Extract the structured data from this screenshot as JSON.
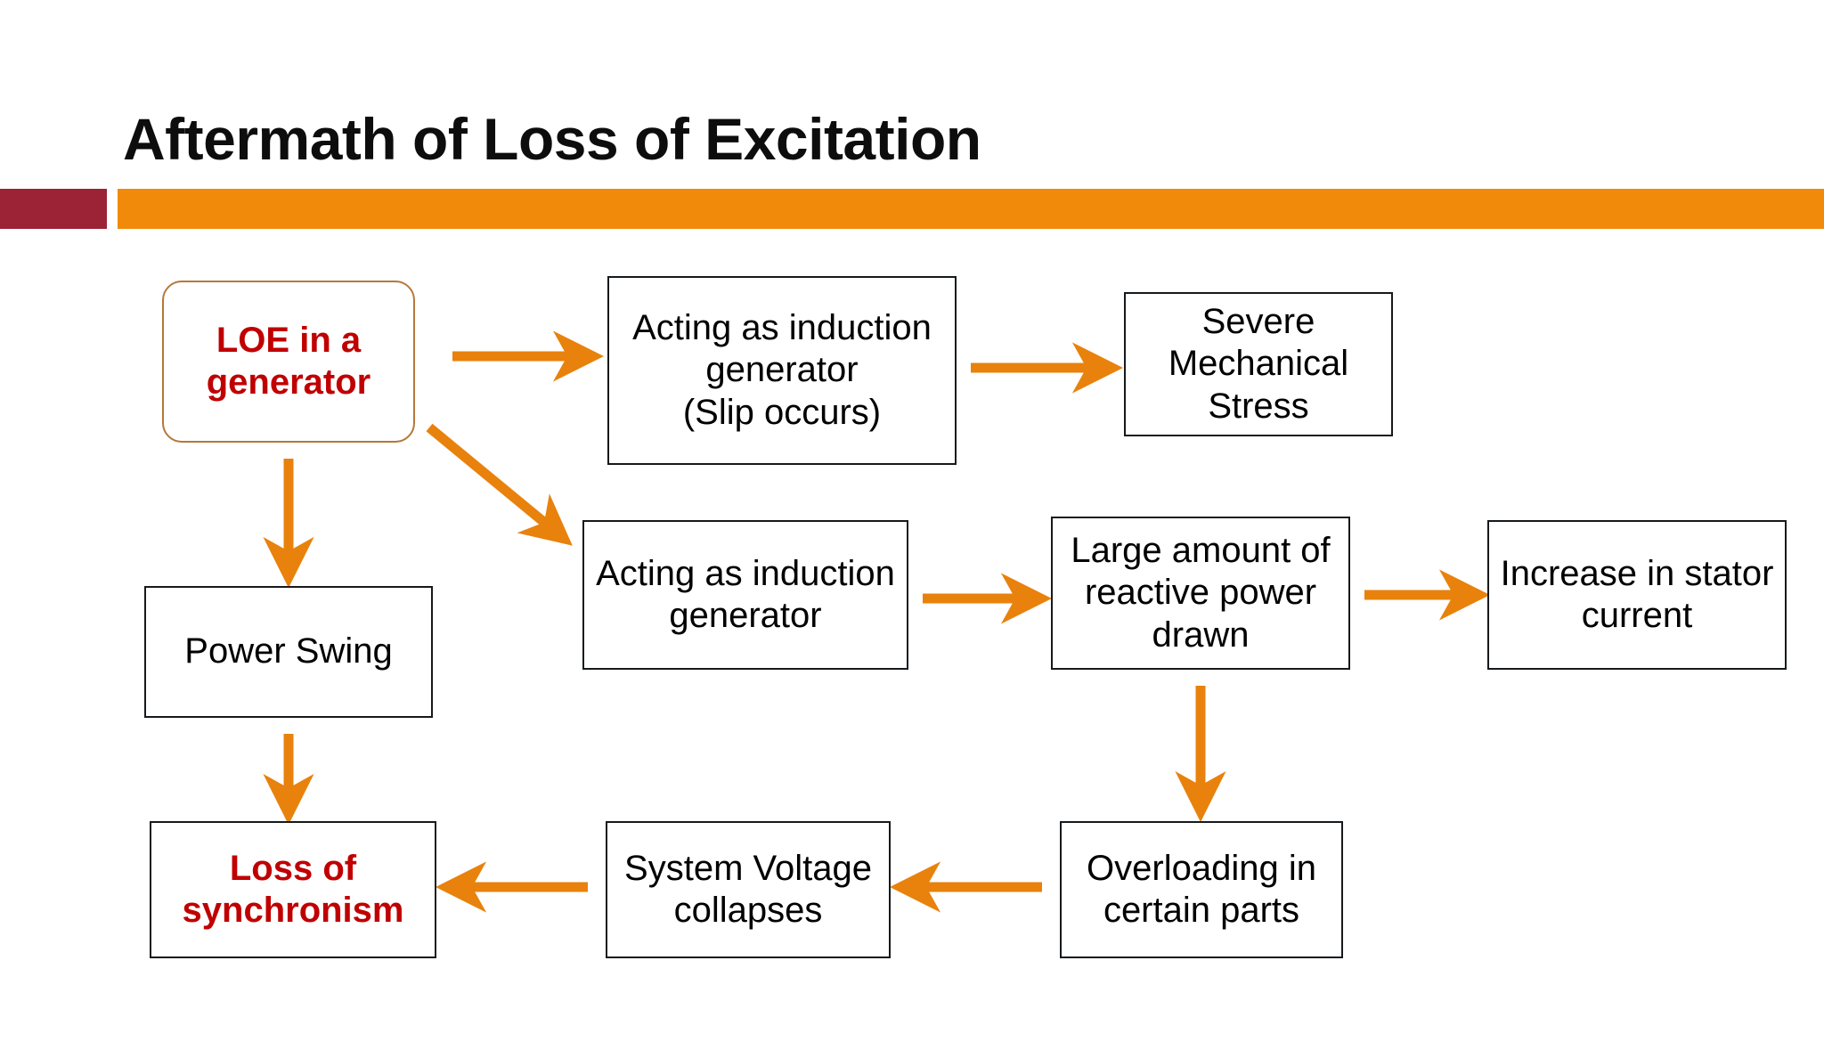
{
  "slide": {
    "title": "Aftermath of Loss of Excitation",
    "background_color": "#FFFFFF",
    "accent_block_color": "#9B2335",
    "accent_bar_color": "#F18A0A",
    "arrow_color": "#E8820C",
    "emphasis_text_color": "#C00000",
    "node_border_color": "#16191C",
    "rounded_node_border_color": "#B5783A"
  },
  "diagram": {
    "type": "flowchart",
    "nodes": [
      {
        "id": "loe",
        "label": "LOE in a generator",
        "style": "rounded-red"
      },
      {
        "id": "induction_slip",
        "label": "Acting as induction generator (Slip occurs)",
        "style": "plain"
      },
      {
        "id": "severe",
        "label": "Severe Mechanical Stress",
        "style": "plain"
      },
      {
        "id": "induction",
        "label": "Acting as induction generator",
        "style": "plain"
      },
      {
        "id": "reactive",
        "label": "Large amount of reactive power drawn",
        "style": "plain"
      },
      {
        "id": "stator",
        "label": "Increase in stator current",
        "style": "plain"
      },
      {
        "id": "power_swing",
        "label": "Power Swing",
        "style": "plain"
      },
      {
        "id": "loss_sync",
        "label": "Loss of synchronism",
        "style": "plain-red"
      },
      {
        "id": "voltage",
        "label": "System Voltage collapses",
        "style": "plain"
      },
      {
        "id": "overloading",
        "label": "Overloading in certain parts",
        "style": "plain"
      }
    ],
    "node_lines": {
      "loe": [
        "LOE in a",
        "generator"
      ],
      "induction_slip": [
        "Acting as induction",
        "generator",
        "(Slip occurs)"
      ],
      "severe": [
        "Severe",
        "Mechanical",
        "Stress"
      ],
      "induction": [
        "Acting as induction",
        "generator"
      ],
      "reactive": [
        "Large amount of",
        "reactive power",
        "drawn"
      ],
      "stator": [
        "Increase in stator",
        "current"
      ],
      "power_swing": [
        "Power Swing"
      ],
      "loss_sync": [
        "Loss of",
        "synchronism"
      ],
      "voltage": [
        "System Voltage",
        "collapses"
      ],
      "overloading": [
        "Overloading in",
        "certain parts"
      ]
    },
    "edges": [
      {
        "from": "loe",
        "to": "induction_slip",
        "direction": "right"
      },
      {
        "from": "loe",
        "to": "induction",
        "direction": "diagonal-down-right"
      },
      {
        "from": "loe",
        "to": "power_swing",
        "direction": "down"
      },
      {
        "from": "induction_slip",
        "to": "severe",
        "direction": "right"
      },
      {
        "from": "induction",
        "to": "reactive",
        "direction": "right"
      },
      {
        "from": "reactive",
        "to": "stator",
        "direction": "right"
      },
      {
        "from": "reactive",
        "to": "overloading",
        "direction": "down"
      },
      {
        "from": "overloading",
        "to": "voltage",
        "direction": "left"
      },
      {
        "from": "voltage",
        "to": "loss_sync",
        "direction": "left"
      },
      {
        "from": "power_swing",
        "to": "loss_sync",
        "direction": "down"
      }
    ]
  }
}
